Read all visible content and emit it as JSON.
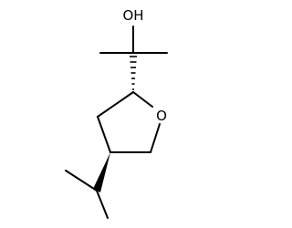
{
  "molecule": {
    "atoms": {
      "hydroxyl": "OH",
      "ring_oxygen": "O"
    },
    "colors": {
      "bond": "#000000",
      "label": "#000000",
      "background": "#ffffff"
    },
    "stereo": {
      "c2_to_carbinol": "hashed-wedge",
      "c4_to_isopropyl": "solid-wedge"
    }
  }
}
